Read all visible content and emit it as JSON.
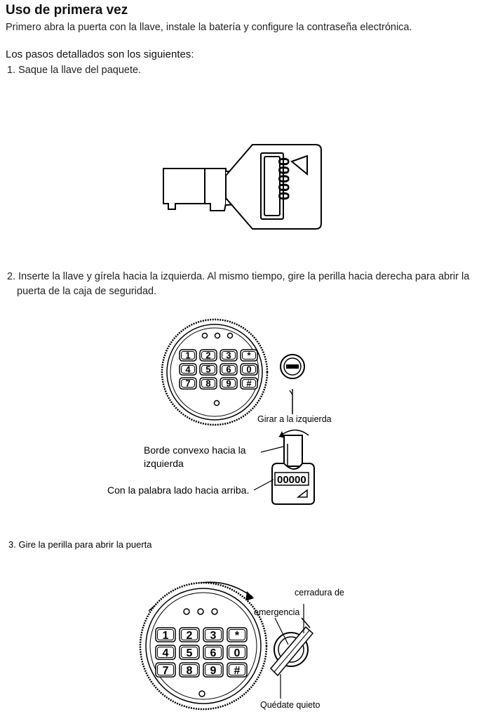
{
  "title": "Uso de primera vez",
  "intro": "Primero abra la puerta con la llave, instale la batería y configure la contraseña electrónica.",
  "steps_heading": "Los pasos detallados son los siguientes:",
  "steps": [
    {
      "number": "1.",
      "text": "Saque la llave del paquete."
    },
    {
      "number": "2.",
      "text_line1": "Inserte la llave y gírela hacia la izquierda. Al mismo tiempo, gire la perilla hacia derecha para abrir la",
      "text_line2": "puerta de la caja de seguridad."
    },
    {
      "number": "3.",
      "text": "Gire la perilla para abrir la puerta"
    }
  ],
  "key_code": "00000",
  "keypad_keys": [
    "1",
    "2",
    "3",
    "*",
    "4",
    "5",
    "6",
    "0",
    "7",
    "8",
    "9",
    "#"
  ],
  "labels": {
    "turn_left": "Girar a la izquierda",
    "convex_edge_line1": "Borde convexo hacia la",
    "convex_edge_line2": "izquierda",
    "word_side_up": "Con la palabra lado hacia arriba.",
    "emergency_lock_line1": "cerradura de",
    "emergency_lock_line2": "emergencia",
    "stay_still": "Quédate quieto"
  }
}
